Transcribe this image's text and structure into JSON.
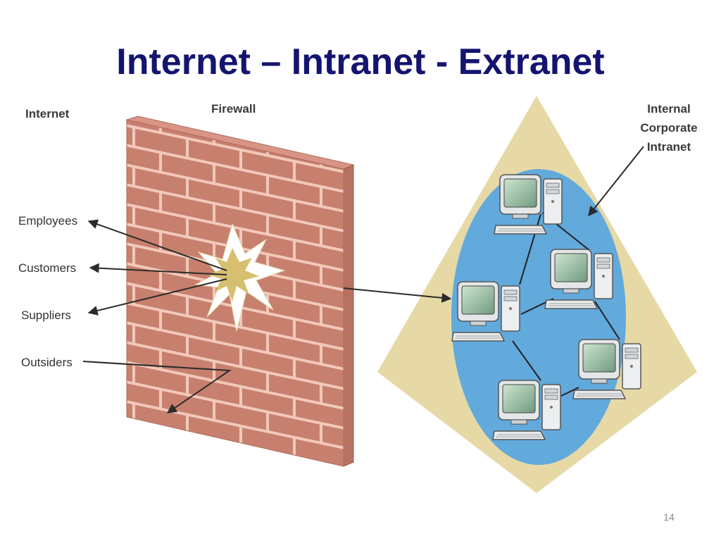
{
  "slide": {
    "title": "Internet – Intranet - Extranet",
    "page_number": "14"
  },
  "diagram": {
    "internet_label": "Internet",
    "firewall_label": "Firewall",
    "intranet_label_lines": [
      "Internal",
      "Corporate",
      "Intranet"
    ],
    "external_users": [
      "Employees",
      "Customers",
      "Suppliers",
      "Outsiders"
    ],
    "computers": [
      "computer-1",
      "computer-2",
      "computer-3",
      "computer-4",
      "computer-5"
    ]
  },
  "colors": {
    "title": "#141470",
    "brick": "#c8806e",
    "mortar": "#f2c9bb",
    "triangle": "#e6d9a6",
    "ellipse": "#62a9dc",
    "burst": "#d6c070"
  }
}
